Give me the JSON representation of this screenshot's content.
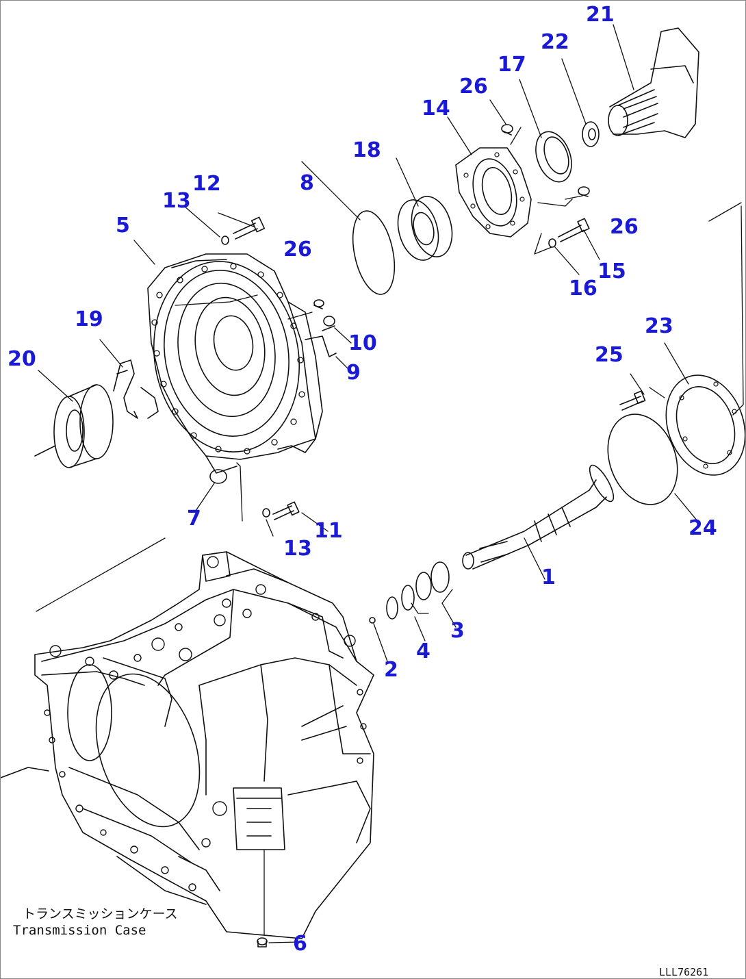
{
  "colors": {
    "callout": "#1a1ad6",
    "linework": "#111111",
    "background": "#ffffff"
  },
  "callouts": [
    {
      "id": "1",
      "label": "1"
    },
    {
      "id": "2",
      "label": "2"
    },
    {
      "id": "3",
      "label": "3"
    },
    {
      "id": "4",
      "label": "4"
    },
    {
      "id": "5",
      "label": "5"
    },
    {
      "id": "6",
      "label": "6"
    },
    {
      "id": "7",
      "label": "7"
    },
    {
      "id": "8",
      "label": "8"
    },
    {
      "id": "9",
      "label": "9"
    },
    {
      "id": "10",
      "label": "10"
    },
    {
      "id": "11",
      "label": "11"
    },
    {
      "id": "12",
      "label": "12"
    },
    {
      "id": "13a",
      "label": "13"
    },
    {
      "id": "13b",
      "label": "13"
    },
    {
      "id": "14",
      "label": "14"
    },
    {
      "id": "15",
      "label": "15"
    },
    {
      "id": "16",
      "label": "16"
    },
    {
      "id": "17",
      "label": "17"
    },
    {
      "id": "18",
      "label": "18"
    },
    {
      "id": "19",
      "label": "19"
    },
    {
      "id": "20",
      "label": "20"
    },
    {
      "id": "21",
      "label": "21"
    },
    {
      "id": "22",
      "label": "22"
    },
    {
      "id": "23",
      "label": "23"
    },
    {
      "id": "24",
      "label": "24"
    },
    {
      "id": "25",
      "label": "25"
    },
    {
      "id": "26a",
      "label": "26"
    },
    {
      "id": "26b",
      "label": "26"
    },
    {
      "id": "26c",
      "label": "26"
    }
  ],
  "caption": {
    "japanese": "トランスミッションケース",
    "english": "Transmission Case"
  },
  "drawing_code": "LLL76261"
}
